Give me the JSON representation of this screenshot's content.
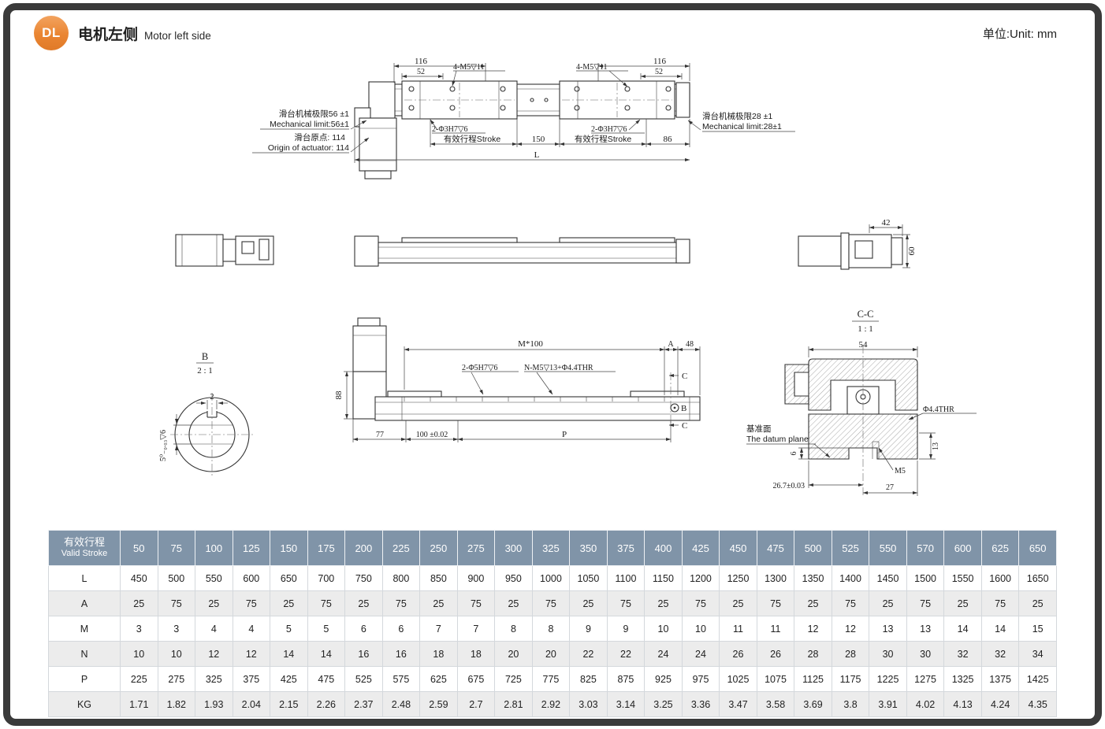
{
  "header": {
    "badge": "DL",
    "title_zh": "电机左侧",
    "title_en": "Motor left side",
    "unit": "单位:Unit: mm"
  },
  "drawing": {
    "top": {
      "dim_116_left": "116",
      "dim_52_left": "52",
      "callout_m5_left": "4-M5▽11",
      "callout_m5_right": "4-M5▽11",
      "dim_116_right": "116",
      "dim_52_right": "52",
      "limit_left_zh": "滑台机械极限56 ±1",
      "limit_left_en": "Mechanical limit:56±1",
      "origin_zh": "滑台原点: 114",
      "origin_en": "Origin of actuator: 114",
      "limit_right_zh": "滑台机械极限28 ±1",
      "limit_right_en": "Mechanical limit:28±1",
      "callout_pin_left": "2-Φ3H7▽6",
      "callout_pin_right": "2-Φ3H7▽6",
      "stroke_left": "有效行程Stroke",
      "dim_150": "150",
      "stroke_right": "有效行程Stroke",
      "dim_86": "86",
      "dim_L": "L"
    },
    "side": {
      "dim_42": "42",
      "dim_60": "60"
    },
    "detail_b": {
      "label": "B",
      "scale": "2 : 1",
      "dim_2": "2",
      "dim_5": "5⁰₋₀.₀₃▽6"
    },
    "front": {
      "dim_m100": "M*100",
      "dim_A": "A",
      "dim_48": "48",
      "callout_pin": "2-Φ5H7▽6",
      "callout_holes": "N-M5▽13+Φ4.4THR",
      "dim_88": "88",
      "dim_77": "77",
      "dim_100": "100 ±0.02",
      "dim_P": "P",
      "marker_c_top": "C",
      "marker_c_bottom": "C",
      "marker_b": "B"
    },
    "section_cc": {
      "label": "C-C",
      "scale": "1 : 1",
      "dim_54": "54",
      "callout_thr": "Φ4.4THR",
      "datum_zh": "基准面",
      "datum_en": "The datum plane",
      "dim_267": "26.7±0.03",
      "dim_27": "27",
      "callout_m5": "M5",
      "dim_13": "13",
      "dim_6": "6"
    }
  },
  "table": {
    "header_zh": "有效行程",
    "header_en": "Valid Stroke",
    "columns": [
      "50",
      "75",
      "100",
      "125",
      "150",
      "175",
      "200",
      "225",
      "250",
      "275",
      "300",
      "325",
      "350",
      "375",
      "400",
      "425",
      "450",
      "475",
      "500",
      "525",
      "550",
      "570",
      "600",
      "625",
      "650"
    ],
    "rows": [
      {
        "label": "L",
        "values": [
          "450",
          "500",
          "550",
          "600",
          "650",
          "700",
          "750",
          "800",
          "850",
          "900",
          "950",
          "1000",
          "1050",
          "1100",
          "1150",
          "1200",
          "1250",
          "1300",
          "1350",
          "1400",
          "1450",
          "1500",
          "1550",
          "1600",
          "1650"
        ]
      },
      {
        "label": "A",
        "values": [
          "25",
          "75",
          "25",
          "75",
          "25",
          "75",
          "25",
          "75",
          "25",
          "75",
          "25",
          "75",
          "25",
          "75",
          "25",
          "75",
          "25",
          "75",
          "25",
          "75",
          "25",
          "75",
          "25",
          "75",
          "25"
        ]
      },
      {
        "label": "M",
        "values": [
          "3",
          "3",
          "4",
          "4",
          "5",
          "5",
          "6",
          "6",
          "7",
          "7",
          "8",
          "8",
          "9",
          "9",
          "10",
          "10",
          "11",
          "11",
          "12",
          "12",
          "13",
          "13",
          "14",
          "14",
          "15"
        ]
      },
      {
        "label": "N",
        "values": [
          "10",
          "10",
          "12",
          "12",
          "14",
          "14",
          "16",
          "16",
          "18",
          "18",
          "20",
          "20",
          "22",
          "22",
          "24",
          "24",
          "26",
          "26",
          "28",
          "28",
          "30",
          "30",
          "32",
          "32",
          "34"
        ]
      },
      {
        "label": "P",
        "values": [
          "225",
          "275",
          "325",
          "375",
          "425",
          "475",
          "525",
          "575",
          "625",
          "675",
          "725",
          "775",
          "825",
          "875",
          "925",
          "975",
          "1025",
          "1075",
          "1125",
          "1175",
          "1225",
          "1275",
          "1325",
          "1375",
          "1425"
        ]
      },
      {
        "label": "KG",
        "values": [
          "1.71",
          "1.82",
          "1.93",
          "2.04",
          "2.15",
          "2.26",
          "2.37",
          "2.48",
          "2.59",
          "2.7",
          "2.81",
          "2.92",
          "3.03",
          "3.14",
          "3.25",
          "3.36",
          "3.47",
          "3.58",
          "3.69",
          "3.8",
          "3.91",
          "4.02",
          "4.13",
          "4.24",
          "4.35"
        ]
      }
    ]
  },
  "colors": {
    "accent_orange": "#EA8532",
    "table_header": "#8094A8",
    "frame": "#3A3A3A"
  }
}
